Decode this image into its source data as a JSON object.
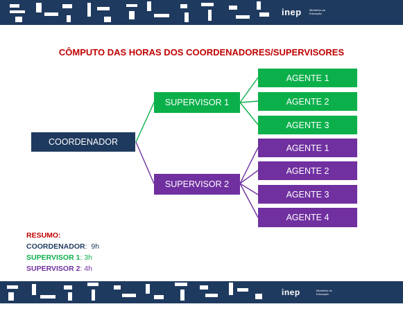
{
  "header": {
    "logo": "inep",
    "ministry": [
      "Ministério da",
      "Educação"
    ]
  },
  "title": "CÔMPUTO DAS HORAS DOS COORDENADORES/SUPERVISORES",
  "diagram": {
    "coordinator": "COORDENADOR",
    "supervisors": [
      {
        "label": "SUPERVISOR 1",
        "agents": [
          "AGENTE 1",
          "AGENTE 2",
          "AGENTE 3"
        ]
      },
      {
        "label": "SUPERVISOR 2",
        "agents": [
          "AGENTE 1",
          "AGENTE 2",
          "AGENTE 3",
          "AGENTE 4"
        ]
      }
    ]
  },
  "summary": {
    "heading": "RESUMO:",
    "coordinator": {
      "label": "COORDENADOR",
      "sep": ":",
      "value": "  9h"
    },
    "supervisor1": {
      "label": "SUPERVISOR 1",
      "sep": ":",
      "value": " 3h"
    },
    "supervisor2": {
      "label": "SUPERVISOR 2",
      "sep": ":",
      "value": " 4h"
    }
  },
  "colors": {
    "navy": "#1f3a5f",
    "green": "#0bb04b",
    "purple": "#7030a0",
    "red": "#c00000"
  },
  "footer": {
    "logo": "inep",
    "ministry": [
      "Ministério da",
      "Educação"
    ]
  }
}
